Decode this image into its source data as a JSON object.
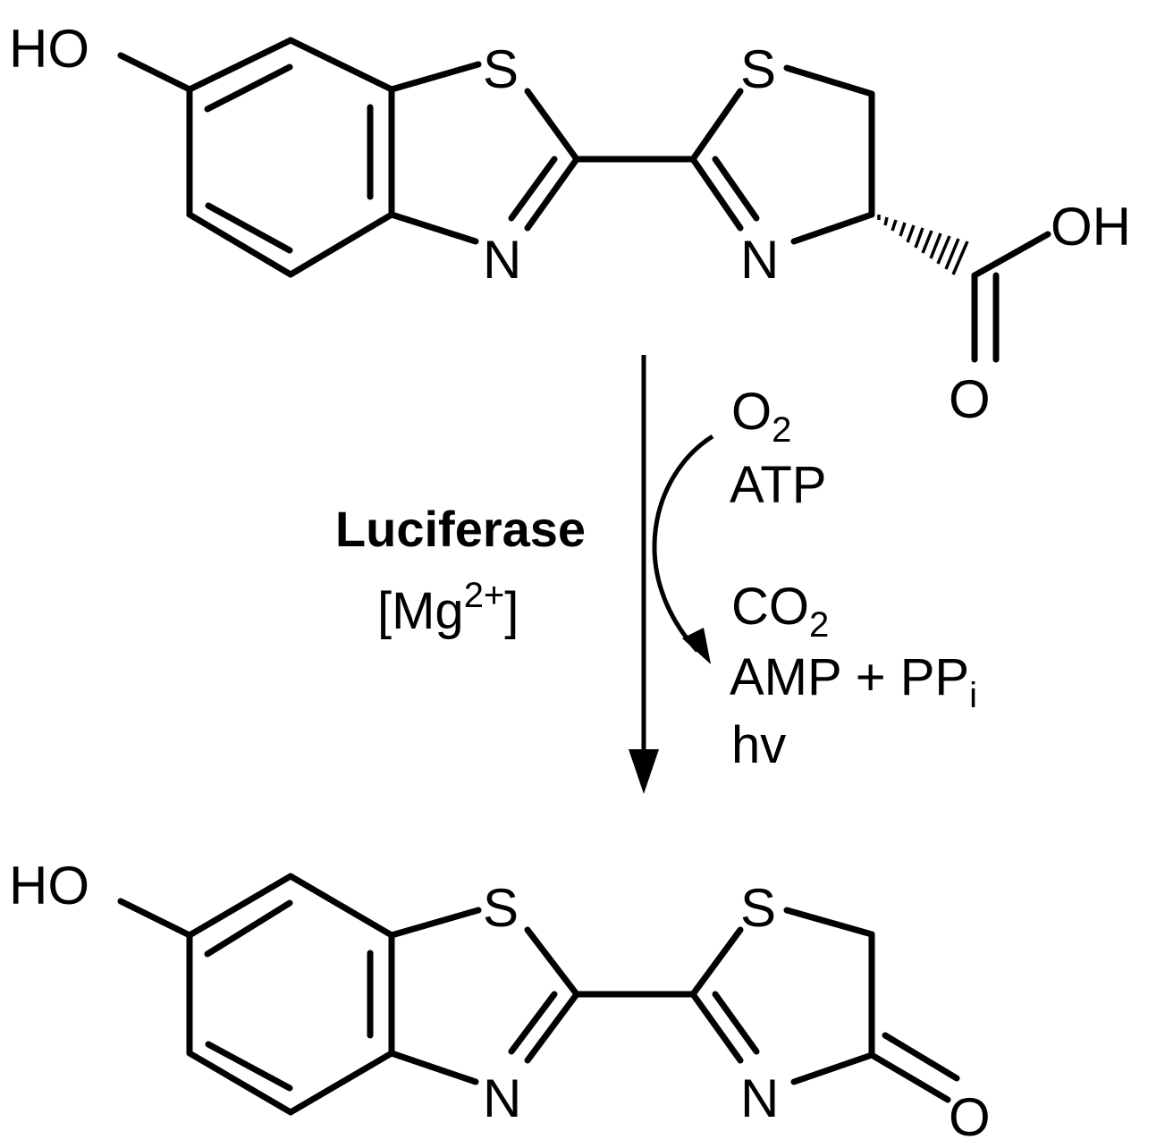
{
  "reactant": {
    "atoms": {
      "ho": "HO",
      "s_benzo": "S",
      "n_benzo": "N",
      "s_thiaz": "S",
      "n_thiaz": "N",
      "oh_acid": "OH",
      "o_carbonyl": "O"
    }
  },
  "product": {
    "atoms": {
      "ho": "HO",
      "s_benzo": "S",
      "n_benzo": "N",
      "s_thiaz": "S",
      "n_thiaz": "N",
      "o_keto": "O"
    }
  },
  "conditions": {
    "enzyme": "Luciferase",
    "cofactor_open": "[Mg",
    "cofactor_charge": "2+",
    "cofactor_close": "]"
  },
  "inputs": {
    "o2_main": "O",
    "o2_sub": "2",
    "atp": "ATP"
  },
  "outputs": {
    "co2_main": "CO",
    "co2_sub": "2",
    "amp_main": "AMP + PP",
    "amp_sub": "i",
    "light": "hv"
  }
}
